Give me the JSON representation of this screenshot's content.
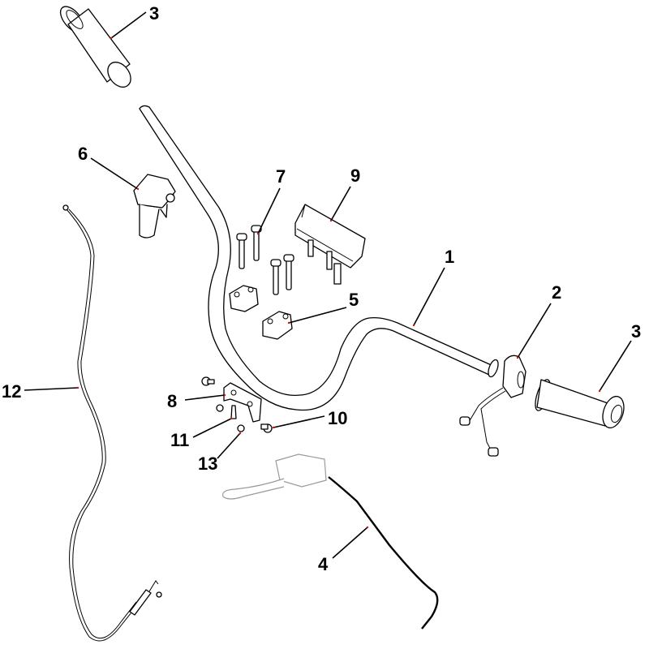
{
  "diagram": {
    "type": "exploded-parts-diagram",
    "callouts": [
      {
        "id": "1",
        "label": "1",
        "part": "handlebar"
      },
      {
        "id": "2",
        "label": "2",
        "part": "right-switch-housing"
      },
      {
        "id": "3a",
        "label": "3",
        "part": "grip-left"
      },
      {
        "id": "3b",
        "label": "3",
        "part": "grip-right"
      },
      {
        "id": "4",
        "label": "4",
        "part": "clutch-lever-cable"
      },
      {
        "id": "5",
        "label": "5",
        "part": "handlebar-clamp"
      },
      {
        "id": "6",
        "label": "6",
        "part": "left-switch-housing"
      },
      {
        "id": "7",
        "label": "7",
        "part": "clamp-bolts"
      },
      {
        "id": "8",
        "label": "8",
        "part": "bracket"
      },
      {
        "id": "9",
        "label": "9",
        "part": "indicator-unit"
      },
      {
        "id": "10",
        "label": "10",
        "part": "bolt"
      },
      {
        "id": "11",
        "label": "11",
        "part": "screw"
      },
      {
        "id": "12",
        "label": "12",
        "part": "throttle-cable"
      },
      {
        "id": "13",
        "label": "13",
        "part": "nut"
      }
    ],
    "colors": {
      "line": "#000000",
      "marker": "#e01010",
      "background": "#ffffff",
      "faded": "#9a9a9a"
    }
  }
}
